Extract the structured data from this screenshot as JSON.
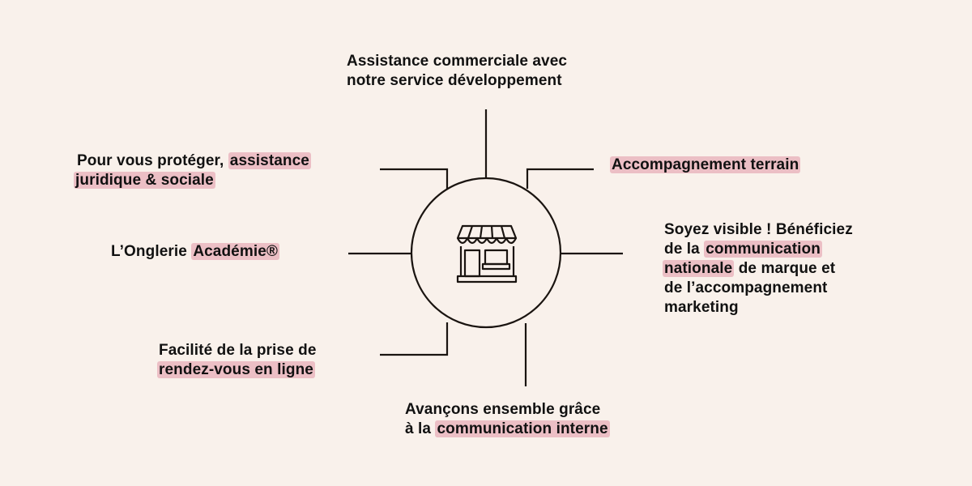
{
  "colors": {
    "background": "#f9f1eb",
    "highlight": "#ecbfc5",
    "text": "#111111",
    "line": "#1a1410"
  },
  "center": {
    "icon": "storefront-icon"
  },
  "items": {
    "top": {
      "line1": "Assistance commerciale avec",
      "line2": "notre service développement"
    },
    "top_left": {
      "plain": "Pour vous protéger,",
      "hl1": "assistance",
      "hl2": "juridique & sociale"
    },
    "top_right": {
      "hl": "Accompagnement terrain"
    },
    "left": {
      "plain": "L’Onglerie",
      "hl": "Académie®"
    },
    "right": {
      "l1": "Soyez visible ! Bénéficiez",
      "l2_plain": "de la",
      "l2_hl": "communication",
      "l3_hl": "nationale",
      "l3_plain": "de marque et",
      "l4": "de l’accompagnement",
      "l5": "marketing"
    },
    "bottom_left": {
      "line1": "Facilité de la prise de",
      "hl": "rendez-vous en ligne"
    },
    "bottom": {
      "line1": "Avançons ensemble grâce",
      "plain": "à la",
      "hl": "communication interne"
    }
  }
}
